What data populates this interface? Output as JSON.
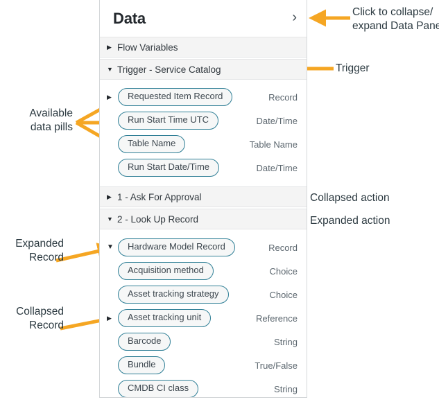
{
  "panel": {
    "title": "Data",
    "collapse_icon": "chevron-right-icon",
    "collapse_glyph": "›",
    "sections": [
      {
        "label": "Flow Variables",
        "expanded": false,
        "glyph": "▶"
      },
      {
        "label": "Trigger - Service Catalog",
        "expanded": true,
        "glyph": "▼"
      }
    ],
    "trigger_pills": [
      {
        "label": "Requested Item Record",
        "type": "Record",
        "toggle": "collapsed",
        "glyph": "▶"
      },
      {
        "label": "Run Start Time UTC",
        "type": "Date/Time",
        "toggle": "none",
        "glyph": ""
      },
      {
        "label": "Table Name",
        "type": "Table Name",
        "toggle": "none",
        "glyph": ""
      },
      {
        "label": "Run Start Date/Time",
        "type": "Date/Time",
        "toggle": "none",
        "glyph": ""
      }
    ],
    "actions": [
      {
        "label": "1 - Ask For Approval",
        "expanded": false,
        "glyph": "▶"
      },
      {
        "label": "2 - Look Up Record",
        "expanded": true,
        "glyph": "▼"
      }
    ],
    "action_pills": [
      {
        "label": "Hardware Model Record",
        "type": "Record",
        "toggle": "expanded",
        "glyph": "▼"
      },
      {
        "label": "Acquisition method",
        "type": "Choice",
        "toggle": "none",
        "glyph": ""
      },
      {
        "label": "Asset tracking strategy",
        "type": "Choice",
        "toggle": "none",
        "glyph": ""
      },
      {
        "label": "Asset tracking unit",
        "type": "Reference",
        "toggle": "collapsed",
        "glyph": "▶"
      },
      {
        "label": "Barcode",
        "type": "String",
        "toggle": "none",
        "glyph": ""
      },
      {
        "label": "Bundle",
        "type": "True/False",
        "toggle": "none",
        "glyph": ""
      },
      {
        "label": "CMDB CI class",
        "type": "String",
        "toggle": "none",
        "glyph": ""
      }
    ]
  },
  "annotations": {
    "collapse_expand_line1": "Click to collapse/",
    "collapse_expand_line2": "expand Data Panel",
    "trigger": "Trigger",
    "available_pills_line1": "Available",
    "available_pills_line2": "data pills",
    "collapsed_action": "Collapsed action",
    "expanded_action": "Expanded action",
    "expanded_record_line1": "Expanded",
    "expanded_record_line2": "Record",
    "collapsed_record_line1": "Collapsed",
    "collapsed_record_line2": "Record"
  },
  "colors": {
    "arrow": "#F5A623",
    "pill_border": "#2F7F96",
    "pill_fill": "#F6F7F7",
    "section_bg": "#F4F4F4",
    "text": "#2B3940"
  }
}
